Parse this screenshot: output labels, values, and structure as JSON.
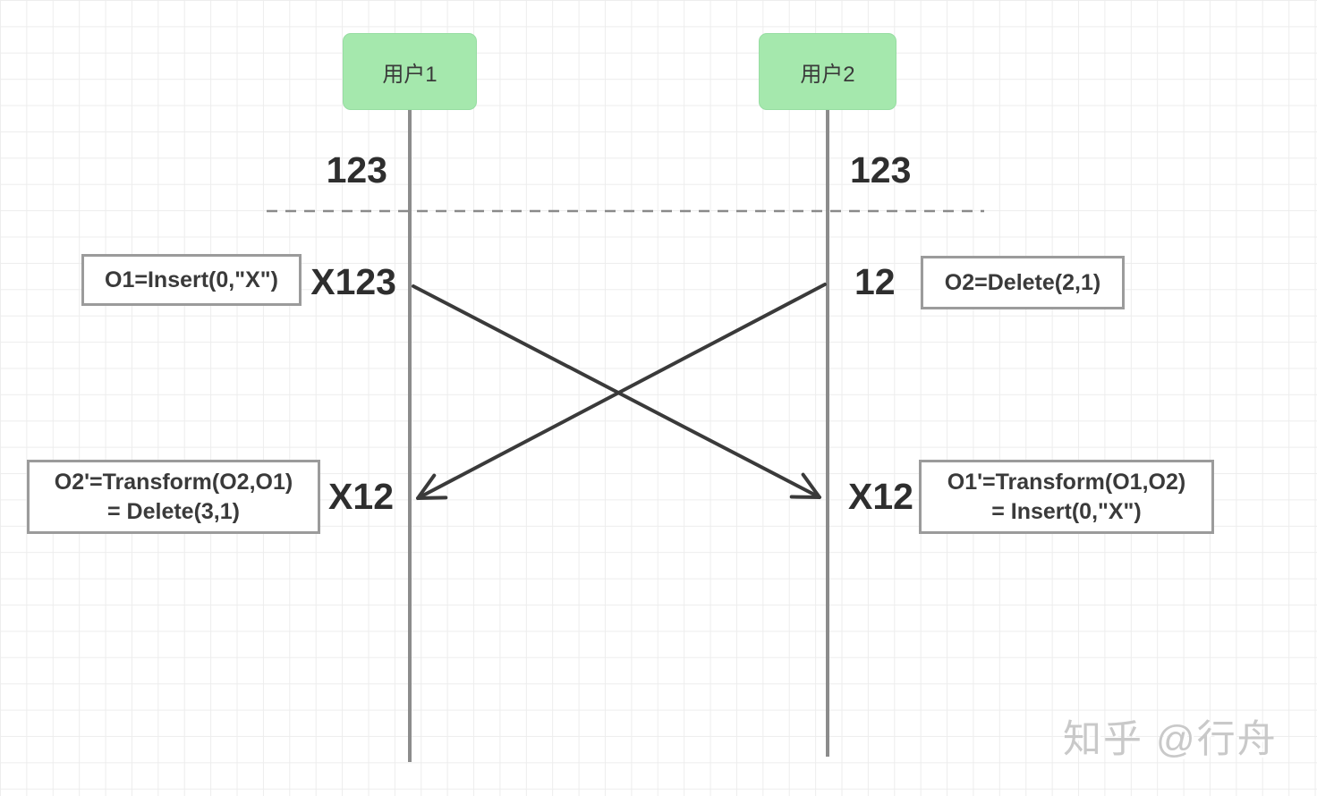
{
  "diagram": {
    "actors": {
      "user1": "用户1",
      "user2": "用户2"
    },
    "states": {
      "initial_left": "123",
      "initial_right": "123",
      "after_op_left": "X123",
      "after_op_right": "12",
      "final_left": "X12",
      "final_right": "X12"
    },
    "operations": {
      "o1": "O1=Insert(0,\"X\")",
      "o2": "O2=Delete(2,1)",
      "o2_transformed_line1": "O2'=Transform(O2,O1)",
      "o2_transformed_line2": "= Delete(3,1)",
      "o1_transformed_line1": "O1'=Transform(O1,O2)",
      "o1_transformed_line2": "= Insert(0,\"X\")"
    },
    "watermark": "知乎 @行舟",
    "colors": {
      "actor_fill": "#a5e8ad",
      "timeline": "#8c8c8c",
      "dashed_divider": "#8a8a8a",
      "arrow": "#3a3a3a",
      "box_border": "#9b9b9b",
      "text": "#333333",
      "grid_line": "#ededed",
      "watermark_text": "#c9c9c9"
    }
  }
}
